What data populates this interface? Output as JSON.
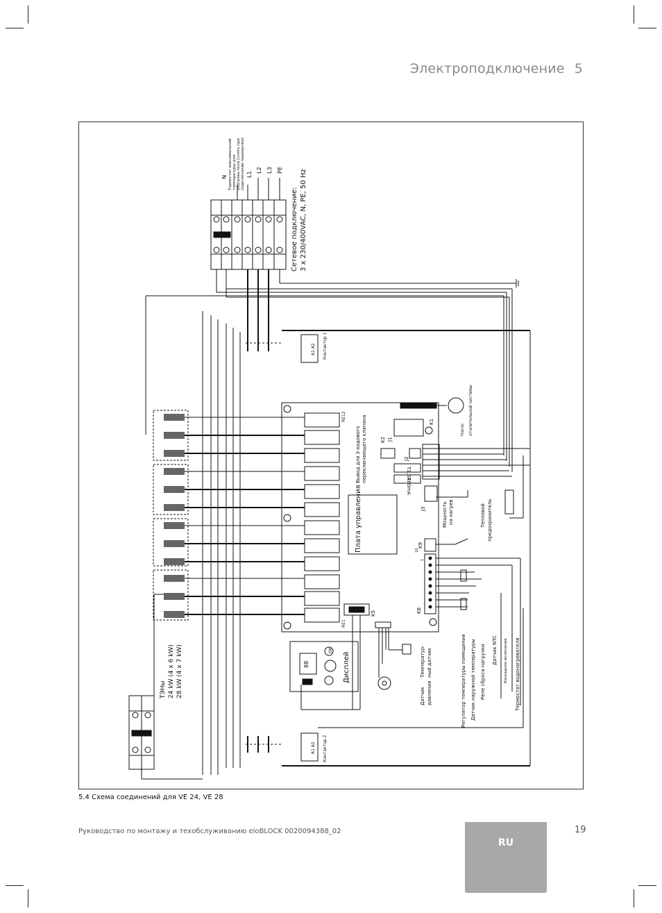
{
  "header": {
    "title": "Электроподключение",
    "chapter": "5"
  },
  "diagram": {
    "mains_label_1": "Сетевое подключение:",
    "mains_label_2": "3 x 230/400VAC, N, PE, 50 Hz",
    "term_N": "N",
    "term_thermostat_1": "Термостат максимальной",
    "term_thermostat_2": "температуры для",
    "term_thermostat_3": "обогрева пола (снять при",
    "term_thermostat_4": "подключении перемычки)",
    "term_L1": "L1",
    "term_L2": "L2",
    "term_L3": "L3",
    "term_PE": "PE",
    "contactor1": "Контактор 1",
    "contactor2": "Контактор 2",
    "a1a2": "A1 A2",
    "pump_1": "Насос",
    "pump_2": "отопительной системы",
    "k1": "K1",
    "k2": "K2",
    "j1": "J1",
    "j2": "J2",
    "j3": "J3",
    "k5": "K5",
    "k8": "K8",
    "k9": "K9",
    "re1": "RE1",
    "re12": "RE12",
    "fuse1": "T1,6A",
    "fuse2": "T80mA",
    "valve_1": "Вывод для 3-ходового",
    "valve_2": "переключающего клапана",
    "control_board": "Плата управления",
    "power_1": "Мощность",
    "power_2": "на нагрев",
    "safety_1": "Тепловой",
    "safety_2": "предохранитель",
    "heaters_1": "ТЭНы",
    "heaters_2": "24 kW (4 x 6 kW)",
    "heaters_3": "28 kW (4 x 7 kW)",
    "display": "Дисплей",
    "temp_sensor_1": "Температур-",
    "temp_sensor_2": "ный датчик",
    "pressure_1": "Датчик",
    "pressure_2": "давления",
    "in_room": "Регулятор температуры помещения",
    "in_outdoor": "Датчик наружной температуры",
    "in_relay": "Реле сброса нагрузки",
    "in_ntc": "Датчик NTC",
    "in_cascade": "Каскадное включение",
    "in_dhw": "Термостат водонагревателя",
    "ok": "OK",
    "key1": "1",
    "key10": "10",
    "disp_digits": "88"
  },
  "caption": "5.4 Схема соединений для VE 24, VE 28",
  "footer": {
    "text": "Руководство по монтажу и техобслуживанию eloBLOCK 0020094388_02",
    "page": "19",
    "lang": "RU"
  }
}
